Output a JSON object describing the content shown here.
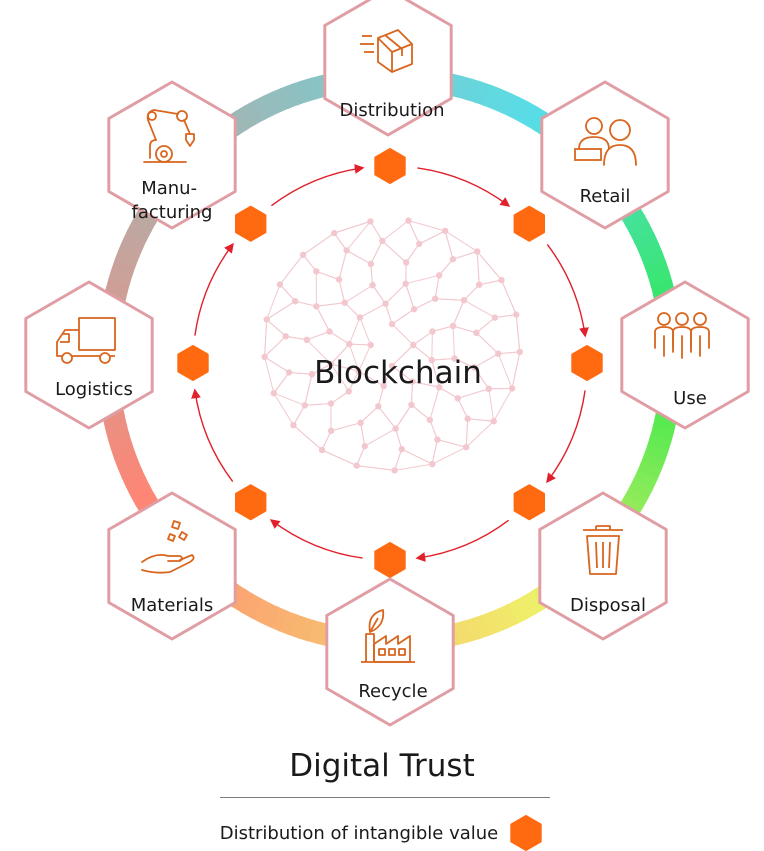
{
  "center": {
    "label": "Blockchain"
  },
  "stages": [
    {
      "id": "distribution",
      "label": "Distribution",
      "icon": "package-icon"
    },
    {
      "id": "retail",
      "label": "Retail",
      "icon": "shop-staff-customer-icon"
    },
    {
      "id": "use",
      "label": "Use",
      "icon": "group-of-people-icon"
    },
    {
      "id": "disposal",
      "label": "Disposal",
      "icon": "trash-can-icon"
    },
    {
      "id": "recycle",
      "label": "Recycle",
      "icon": "factory-with-leaf-icon"
    },
    {
      "id": "materials",
      "label": "Materials",
      "icon": "hand-with-materials-icon"
    },
    {
      "id": "logistics",
      "label": "Logistics",
      "icon": "truck-icon"
    },
    {
      "id": "manufacturing",
      "label_lines": [
        "Manu-",
        "facturing"
      ],
      "icon": "robot-arm-icon"
    }
  ],
  "title": "Digital Trust",
  "legend": {
    "label": "Distribution of intangible value",
    "icon": "orange-hexagon-icon"
  },
  "colors": {
    "hex_border": "#e09ea4",
    "value_marker": "#ff6a10",
    "arrow": "#e0202a",
    "icon_stroke": "#d9661e",
    "network": "#f2c8ce",
    "ring_gradient": [
      "#58dde6",
      "#2fe84a",
      "#f0ee6a",
      "#ff8575",
      "#58dde6"
    ]
  }
}
